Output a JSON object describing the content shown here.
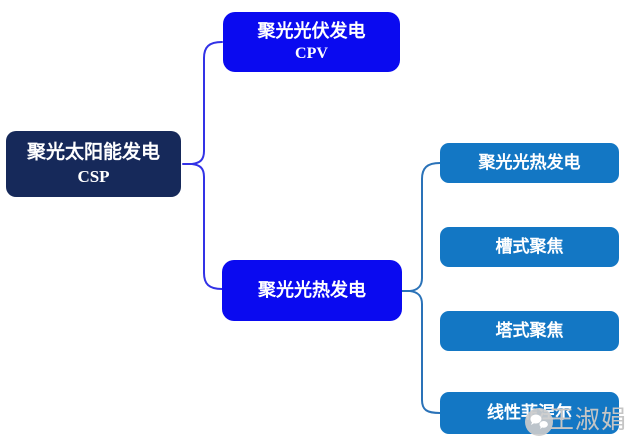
{
  "diagram": {
    "root": {
      "title": "聚光太阳能发电",
      "subtitle": "CSP"
    },
    "branches": [
      {
        "title": "聚光光伏发电",
        "subtitle": "CPV"
      },
      {
        "title": "聚光光热发电"
      }
    ],
    "leaves": [
      {
        "label": "聚光光热发电"
      },
      {
        "label": "槽式聚焦"
      },
      {
        "label": "塔式聚焦"
      },
      {
        "label": "线性菲涅尔"
      }
    ],
    "colors": {
      "root_fill": "#16295A",
      "branch_fill": "#0A0AF0",
      "leaf_fill": "#1377C4",
      "left_connector": "#3232E6",
      "right_connector": "#2A72B8",
      "text": "#FFFFFF",
      "watermark": "#C5C5C5"
    }
  },
  "watermark": {
    "name": "王淑娟",
    "icon": "speech-bubbles-icon"
  }
}
